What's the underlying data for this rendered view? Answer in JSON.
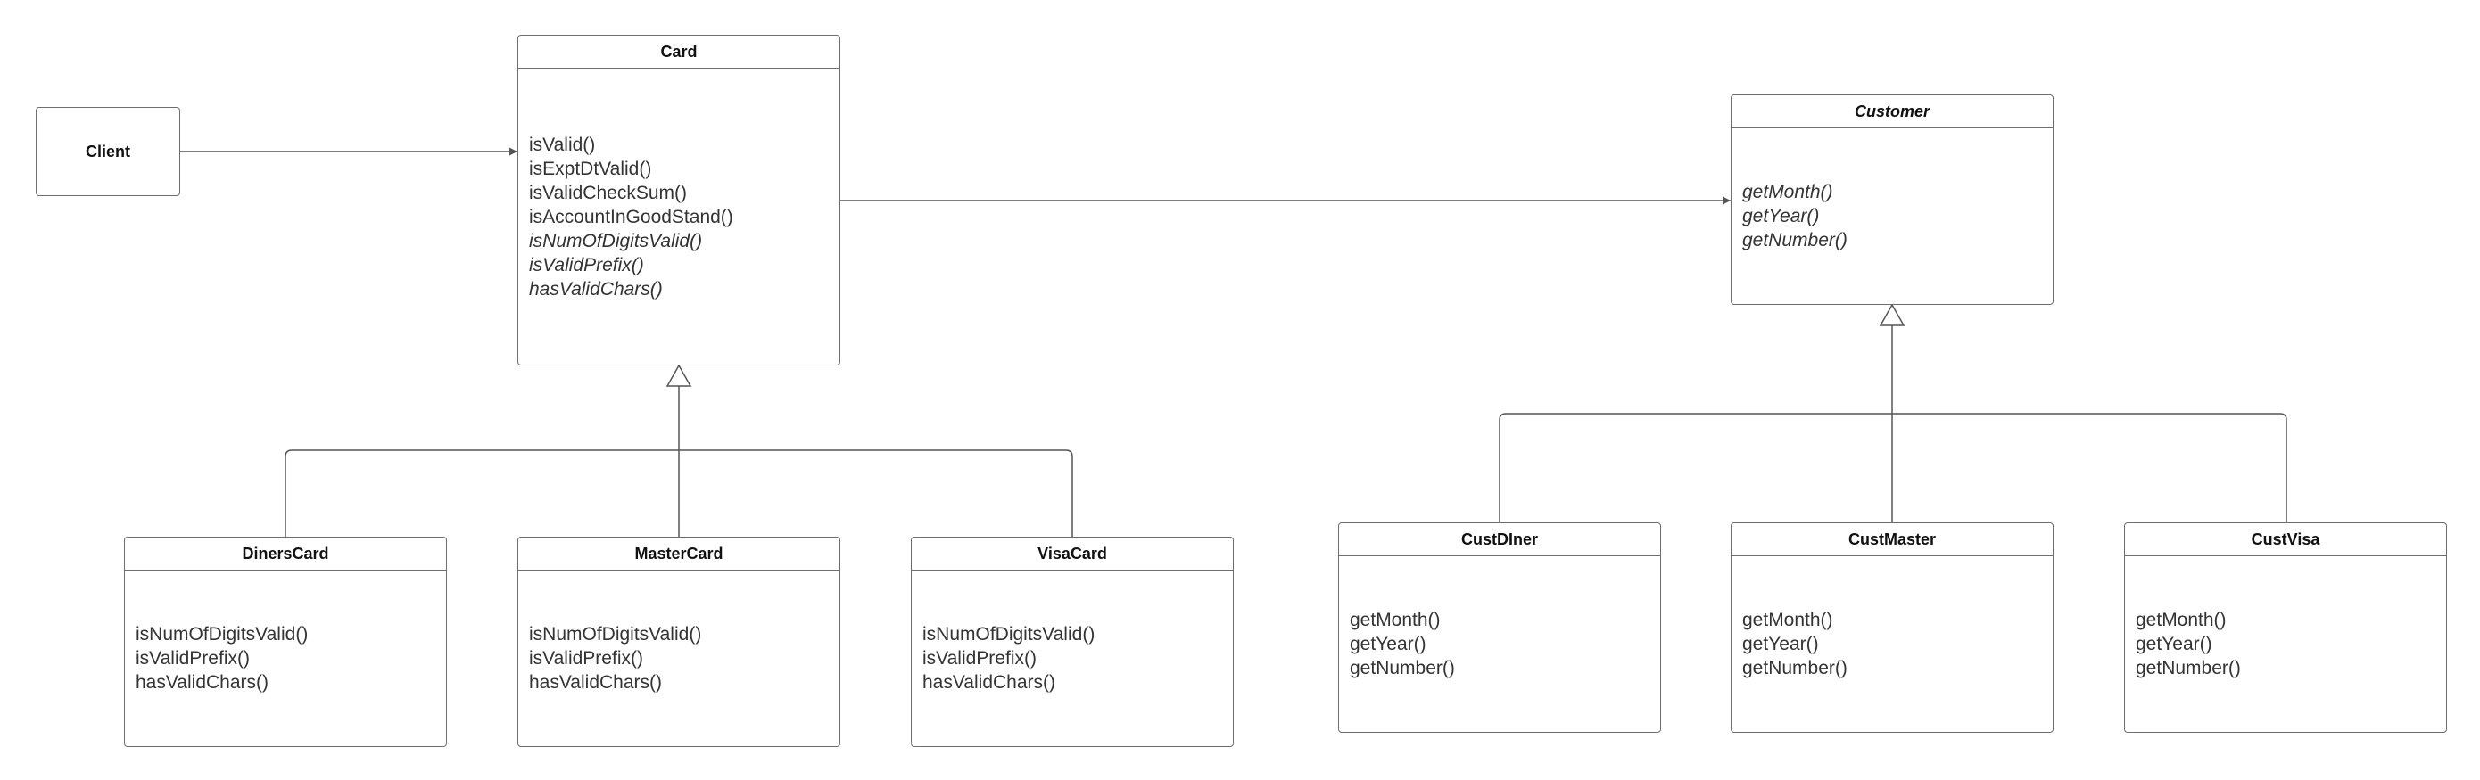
{
  "client": {
    "label": "Client"
  },
  "classes": {
    "card": {
      "name": "Card",
      "abstract": false,
      "methods": [
        {
          "text": "isValid()",
          "italic": false
        },
        {
          "text": "isExptDtValid()",
          "italic": false
        },
        {
          "text": "isValidCheckSum()",
          "italic": false
        },
        {
          "text": "isAccountInGoodStand()",
          "italic": false
        },
        {
          "text": "isNumOfDigitsValid()",
          "italic": true
        },
        {
          "text": "isValidPrefix()",
          "italic": true
        },
        {
          "text": "hasValidChars()",
          "italic": true
        }
      ]
    },
    "customer": {
      "name": "Customer",
      "abstract": true,
      "methods": [
        {
          "text": "getMonth()",
          "italic": true
        },
        {
          "text": "getYear()",
          "italic": true
        },
        {
          "text": "getNumber()",
          "italic": true
        }
      ]
    },
    "diners_card": {
      "name": "DinersCard",
      "abstract": false,
      "methods": [
        {
          "text": "isNumOfDigitsValid()",
          "italic": false
        },
        {
          "text": "isValidPrefix()",
          "italic": false
        },
        {
          "text": "hasValidChars()",
          "italic": false
        }
      ]
    },
    "master_card": {
      "name": "MasterCard",
      "abstract": false,
      "methods": [
        {
          "text": "isNumOfDigitsValid()",
          "italic": false
        },
        {
          "text": "isValidPrefix()",
          "italic": false
        },
        {
          "text": "hasValidChars()",
          "italic": false
        }
      ]
    },
    "visa_card": {
      "name": "VisaCard",
      "abstract": false,
      "methods": [
        {
          "text": "isNumOfDigitsValid()",
          "italic": false
        },
        {
          "text": "isValidPrefix()",
          "italic": false
        },
        {
          "text": "hasValidChars()",
          "italic": false
        }
      ]
    },
    "cust_diner": {
      "name": "CustDIner",
      "abstract": false,
      "methods": [
        {
          "text": "getMonth()",
          "italic": false
        },
        {
          "text": "getYear()",
          "italic": false
        },
        {
          "text": "getNumber()",
          "italic": false
        }
      ]
    },
    "cust_master": {
      "name": "CustMaster",
      "abstract": false,
      "methods": [
        {
          "text": "getMonth()",
          "italic": false
        },
        {
          "text": "getYear()",
          "italic": false
        },
        {
          "text": "getNumber()",
          "italic": false
        }
      ]
    },
    "cust_visa": {
      "name": "CustVisa",
      "abstract": false,
      "methods": [
        {
          "text": "getMonth()",
          "italic": false
        },
        {
          "text": "getYear()",
          "italic": false
        },
        {
          "text": "getNumber()",
          "italic": false
        }
      ]
    }
  },
  "relations": [
    {
      "from": "client",
      "to": "card",
      "kind": "association"
    },
    {
      "from": "card",
      "to": "customer",
      "kind": "association"
    },
    {
      "from": "diners_card",
      "to": "card",
      "kind": "generalization"
    },
    {
      "from": "master_card",
      "to": "card",
      "kind": "generalization"
    },
    {
      "from": "visa_card",
      "to": "card",
      "kind": "generalization"
    },
    {
      "from": "cust_diner",
      "to": "customer",
      "kind": "generalization"
    },
    {
      "from": "cust_master",
      "to": "customer",
      "kind": "generalization"
    },
    {
      "from": "cust_visa",
      "to": "customer",
      "kind": "generalization"
    }
  ],
  "colors": {
    "line": "#555555",
    "border": "#6e6e6e",
    "text": "#333333"
  }
}
